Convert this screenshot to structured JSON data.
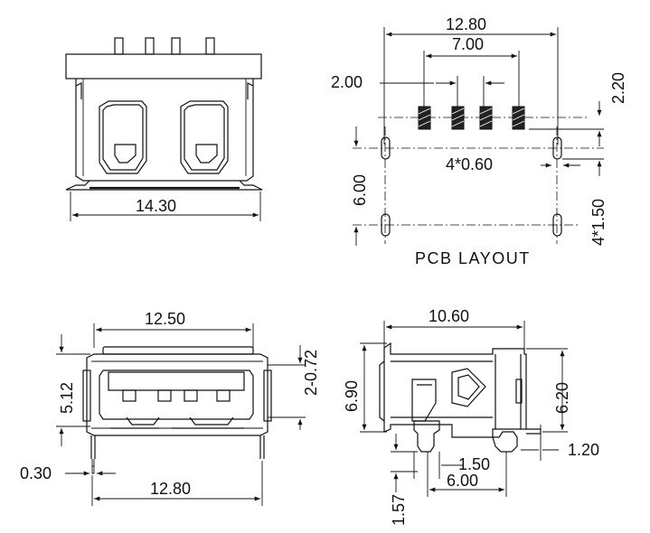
{
  "views": {
    "front": {
      "width": "14.30"
    },
    "pcb_layout": {
      "title": "PCB LAYOUT",
      "outer_width": "12.80",
      "inner_width": "7.00",
      "pitch": "2.00",
      "row_offset": "2.20",
      "pad_width": "4*0.60",
      "height": "6.00",
      "slot_length": "4*1.50"
    },
    "end": {
      "top_width": "12.50",
      "height": "5.12",
      "tab": "2-0.72",
      "bottom_width": "12.80",
      "pin": "0.30"
    },
    "side": {
      "length": "10.60",
      "height_left": "6.90",
      "height_right": "6.20",
      "peg_height": "1.57",
      "peg_offset": "1.50",
      "peg_span": "6.00",
      "lead": "1.20"
    }
  }
}
